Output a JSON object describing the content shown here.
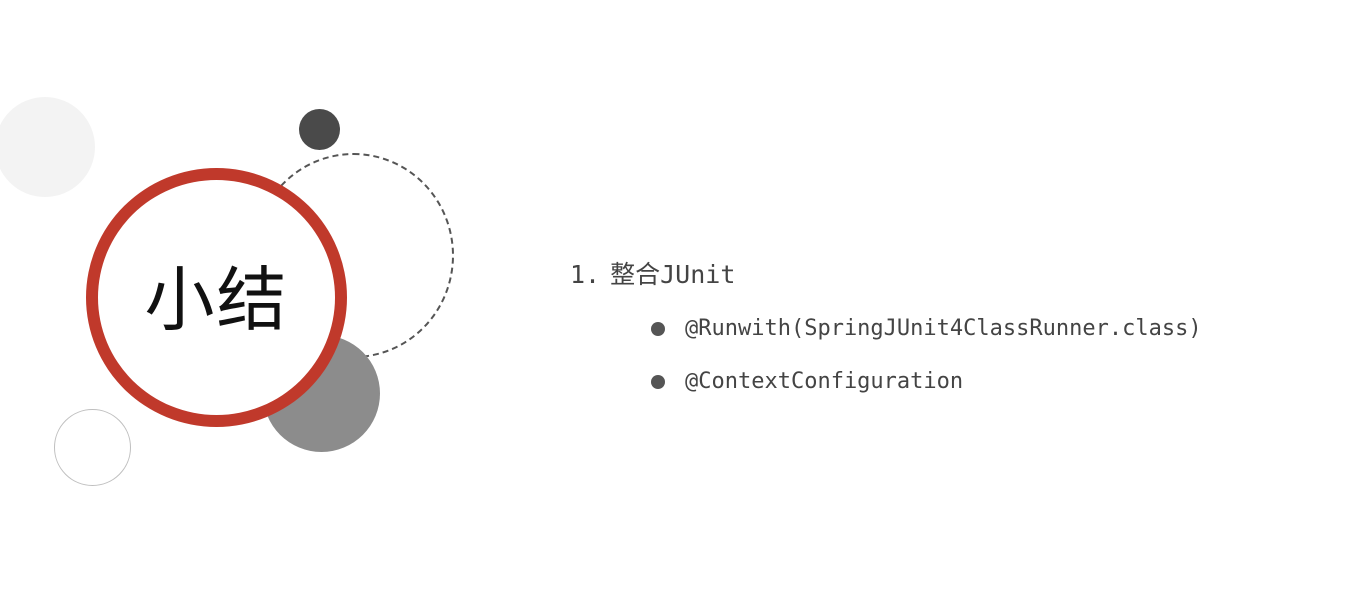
{
  "slide": {
    "title": "小结",
    "section": {
      "number": "1.",
      "heading": "整合JUnit"
    },
    "bullets": [
      "@Runwith(SpringJUnit4ClassRunner.class)",
      "@ContextConfiguration"
    ]
  },
  "colors": {
    "accent_red": "#c0392b",
    "dark_circle": "#4a4a4a",
    "gray_circle": "#8c8c8c",
    "text": "#444444"
  }
}
